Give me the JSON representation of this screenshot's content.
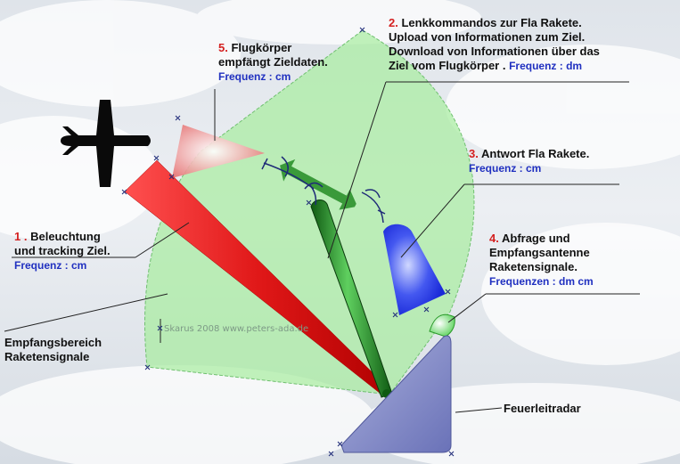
{
  "labels": {
    "l1": {
      "num": "1 .",
      "line1": "Beleuchtung",
      "line2": "und tracking Ziel.",
      "freq": "Frequenz : cm"
    },
    "l2": {
      "num": "2.",
      "line1": "Lenkkommandos zur Fla Rakete.",
      "line2": "Upload von Informationen zum Ziel.",
      "line3": "Download von Informationen über das",
      "line4": "Ziel vom Flugkörper  .",
      "freq": "Frequenz : dm"
    },
    "l3": {
      "num": "3.",
      "line1": "Antwort Fla Rakete.",
      "freq": "Frequenz : cm"
    },
    "l4": {
      "num": "4.",
      "line1": "Abfrage und",
      "line2": "Empfangsantenne",
      "line3": "Raketensignale.",
      "freq": "Frequenzen : dm cm"
    },
    "l5": {
      "num": "5.",
      "line1": "Flugkörper",
      "line2": "empfängt Zieldaten.",
      "freq": "Frequenz : cm"
    },
    "empfang": {
      "line1": "Empfangsbereich",
      "line2": "Raketensignale"
    },
    "radar": {
      "line1": "Feuerleitradar"
    }
  },
  "watermark": "Skarus 2008 www.peters-ada.de",
  "icons": [
    "airplane-icon",
    "missile-icon"
  ],
  "colors": {
    "beam_red": "#e01818",
    "zone_green": "#b8f0b0",
    "missile_green": "#1e7d22",
    "reply_blue": "#2438e0",
    "radar_blue": "#8088c8",
    "text_red": "#d42020",
    "text_blue": "#2030c0"
  }
}
